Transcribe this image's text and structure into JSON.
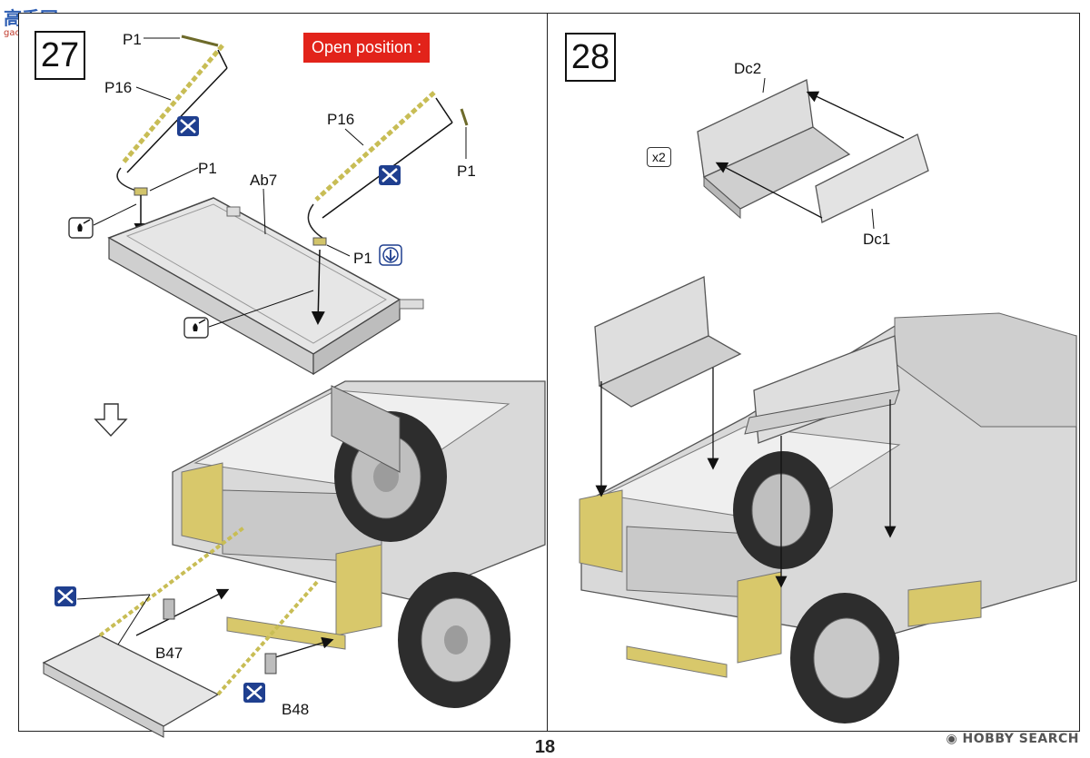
{
  "watermark": {
    "site_text": "高手网",
    "site_url": "gao-shou.com"
  },
  "page_number": "18",
  "brand_footer": "HOBBY SEARCH",
  "step27": {
    "number": "27",
    "banner": "Open position :",
    "labels": {
      "p1_top": "P1",
      "p16_left": "P16",
      "p1_mid": "P1",
      "ab7": "Ab7",
      "p16_right": "P16",
      "p1_right": "P1",
      "p1_lower": "P1",
      "b47": "B47",
      "b48": "B48"
    }
  },
  "step28": {
    "number": "28",
    "labels": {
      "dc2": "Dc2",
      "dc1": "Dc1",
      "quantity": "x2"
    }
  }
}
